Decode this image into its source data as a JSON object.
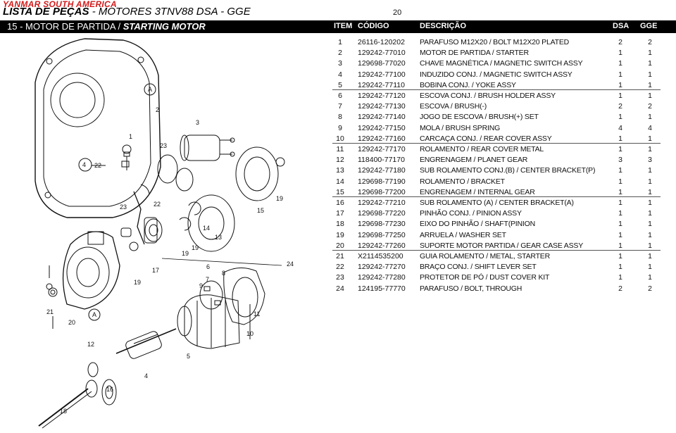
{
  "header": {
    "brand": "YANMAR SOUTH AMERICA",
    "title_pt": "LISTA DE PEÇAS",
    "title_rest": "- MOTORES 3TNV88 DSA - GGE",
    "page": "20"
  },
  "section": {
    "title_pt": "15 - MOTOR DE PARTIDA /",
    "title_en": "STARTING MOTOR"
  },
  "columns": {
    "item": "ITEM",
    "code": "CÓDIGO",
    "desc": "DESCRIÇÃO",
    "dsa": "DSA",
    "gge": "GGE"
  },
  "parts": [
    {
      "item": "1",
      "code": "26116-120202",
      "desc": "PARAFUSO M12X20 / BOLT M12X20 PLATED",
      "dsa": "2",
      "gge": "2"
    },
    {
      "item": "2",
      "code": "129242-77010",
      "desc": "MOTOR DE PARTIDA / STARTER",
      "dsa": "1",
      "gge": "1"
    },
    {
      "item": "3",
      "code": "129698-77020",
      "desc": "CHAVE MAGNÉTICA / MAGNETIC SWITCH ASSY",
      "dsa": "1",
      "gge": "1"
    },
    {
      "item": "4",
      "code": "129242-77100",
      "desc": "INDUZIDO CONJ. / MAGNETIC SWITCH ASSY",
      "dsa": "1",
      "gge": "1"
    },
    {
      "item": "5",
      "code": "129242-77110",
      "desc": "BOBINA CONJ. / YOKE ASSY",
      "dsa": "1",
      "gge": "1"
    },
    {
      "item": "6",
      "code": "129242-77120",
      "desc": "ESCOVA CONJ. / BRUSH HOLDER ASSY",
      "dsa": "1",
      "gge": "1"
    },
    {
      "item": "7",
      "code": "129242-77130",
      "desc": "ESCOVA / BRUSH(-)",
      "dsa": "2",
      "gge": "2"
    },
    {
      "item": "8",
      "code": "129242-77140",
      "desc": "JOGO DE ESCOVA / BRUSH(+) SET",
      "dsa": "1",
      "gge": "1"
    },
    {
      "item": "9",
      "code": "129242-77150",
      "desc": "MOLA / BRUSH SPRING",
      "dsa": "4",
      "gge": "4"
    },
    {
      "item": "10",
      "code": "129242-77160",
      "desc": "CARCAÇA CONJ. / REAR COVER ASSY",
      "dsa": "1",
      "gge": "1"
    },
    {
      "item": "11",
      "code": "129242-77170",
      "desc": "ROLAMENTO / REAR COVER METAL",
      "dsa": "1",
      "gge": "1"
    },
    {
      "item": "12",
      "code": "118400-77170",
      "desc": "ENGRENAGEM / PLANET GEAR",
      "dsa": "3",
      "gge": "3"
    },
    {
      "item": "13",
      "code": "129242-77180",
      "desc": "SUB ROLAMENTO CONJ.(B) / CENTER BRACKET(P)",
      "dsa": "1",
      "gge": "1"
    },
    {
      "item": "14",
      "code": "129698-77190",
      "desc": "ROLAMENTO / BRACKET",
      "dsa": "1",
      "gge": "1"
    },
    {
      "item": "15",
      "code": "129698-77200",
      "desc": "ENGRENAGEM / INTERNAL GEAR",
      "dsa": "1",
      "gge": "1"
    },
    {
      "item": "16",
      "code": "129242-77210",
      "desc": "SUB ROLAMENTO (A) / CENTER BRACKET(A)",
      "dsa": "1",
      "gge": "1"
    },
    {
      "item": "17",
      "code": "129698-77220",
      "desc": "PINHÃO CONJ. / PINION ASSY",
      "dsa": "1",
      "gge": "1"
    },
    {
      "item": "18",
      "code": "129698-77230",
      "desc": "EIXO DO PINHÃO / SHAFT(PINION",
      "dsa": "1",
      "gge": "1"
    },
    {
      "item": "19",
      "code": "129698-77250",
      "desc": "ARRUELA / WASHER SET",
      "dsa": "1",
      "gge": "1"
    },
    {
      "item": "20",
      "code": "129242-77260",
      "desc": "SUPORTE MOTOR PARTIDA / GEAR CASE ASSY",
      "dsa": "1",
      "gge": "1"
    },
    {
      "item": "21",
      "code": "X2114535200",
      "desc": "GUIA ROLAMENTO / METAL, STARTER",
      "dsa": "1",
      "gge": "1"
    },
    {
      "item": "22",
      "code": "129242-77270",
      "desc": "BRAÇO CONJ. / SHIFT LEVER SET",
      "dsa": "1",
      "gge": "1"
    },
    {
      "item": "23",
      "code": "129242-77280",
      "desc": "PROTETOR DE PÓ / DUST COVER KIT",
      "dsa": "1",
      "gge": "1"
    },
    {
      "item": "24",
      "code": "124195-77770",
      "desc": "PARAFUSO / BOLT, THROUGH",
      "dsa": "2",
      "gge": "2"
    }
  ],
  "diagram_labels": {
    "a": "A",
    "l1": "1",
    "l2": "2",
    "l3": "3",
    "l4": "4",
    "l5": "5",
    "l6": "6",
    "l7": "7",
    "l8": "8",
    "l9": "9",
    "l10": "10",
    "l11": "11",
    "l12": "12",
    "l13": "13",
    "l14": "14",
    "l15": "15",
    "l16": "16",
    "l17": "17",
    "l18": "18",
    "l19": "19",
    "l20": "20",
    "l21": "21",
    "l22": "22",
    "l23": "23",
    "l24": "24"
  }
}
